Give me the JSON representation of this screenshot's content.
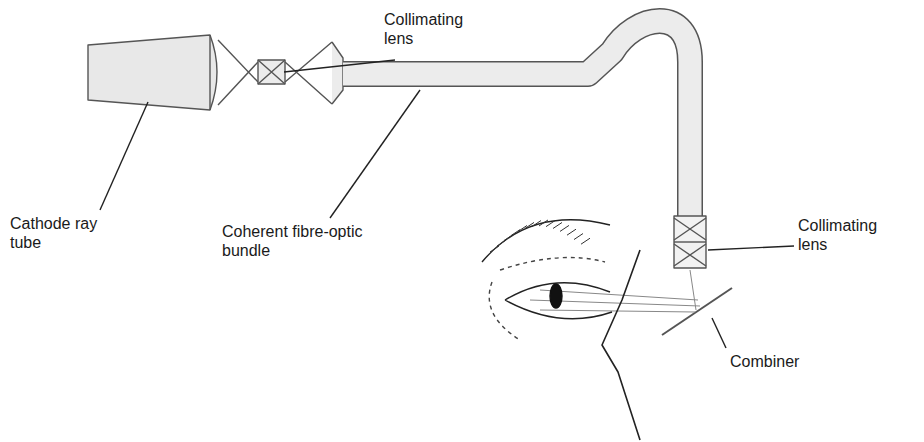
{
  "diagram": {
    "labels": [
      "Collimating lens",
      "Cathode ray tube",
      "Coherent fibre-optic bundle",
      "Collimating lens",
      "Combiner"
    ]
  }
}
